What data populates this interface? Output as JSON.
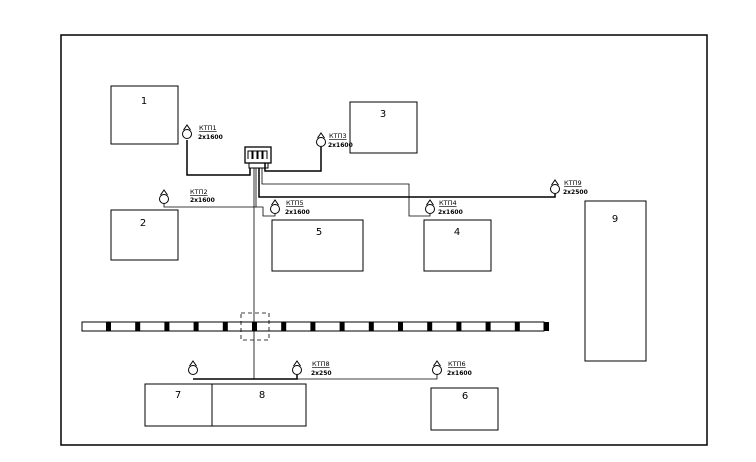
{
  "buildings": [
    {
      "id": "b1",
      "label": "1"
    },
    {
      "id": "b2",
      "label": "2"
    },
    {
      "id": "b3",
      "label": "3"
    },
    {
      "id": "b4",
      "label": "4"
    },
    {
      "id": "b5",
      "label": "5"
    },
    {
      "id": "b6",
      "label": "6"
    },
    {
      "id": "b7",
      "label": "7"
    },
    {
      "id": "b8",
      "label": "8"
    },
    {
      "id": "b9",
      "label": "9"
    }
  ],
  "substations": [
    {
      "id": "k1",
      "name": "КТП1",
      "capacity": "2x1600"
    },
    {
      "id": "k2",
      "name": "КТП2",
      "capacity": "2x1600"
    },
    {
      "id": "k3",
      "name": "КТП3",
      "capacity": "2x1600"
    },
    {
      "id": "k4",
      "name": "КТП4",
      "capacity": "2x1600"
    },
    {
      "id": "k5",
      "name": "КТП5",
      "capacity": "2x1600"
    },
    {
      "id": "k6",
      "name": "КТП6",
      "capacity": "2x1600"
    },
    {
      "id": "k8",
      "name": "КТП8",
      "capacity": "2x250"
    },
    {
      "id": "k9",
      "name": "КТП9",
      "capacity": "2x2500"
    }
  ]
}
